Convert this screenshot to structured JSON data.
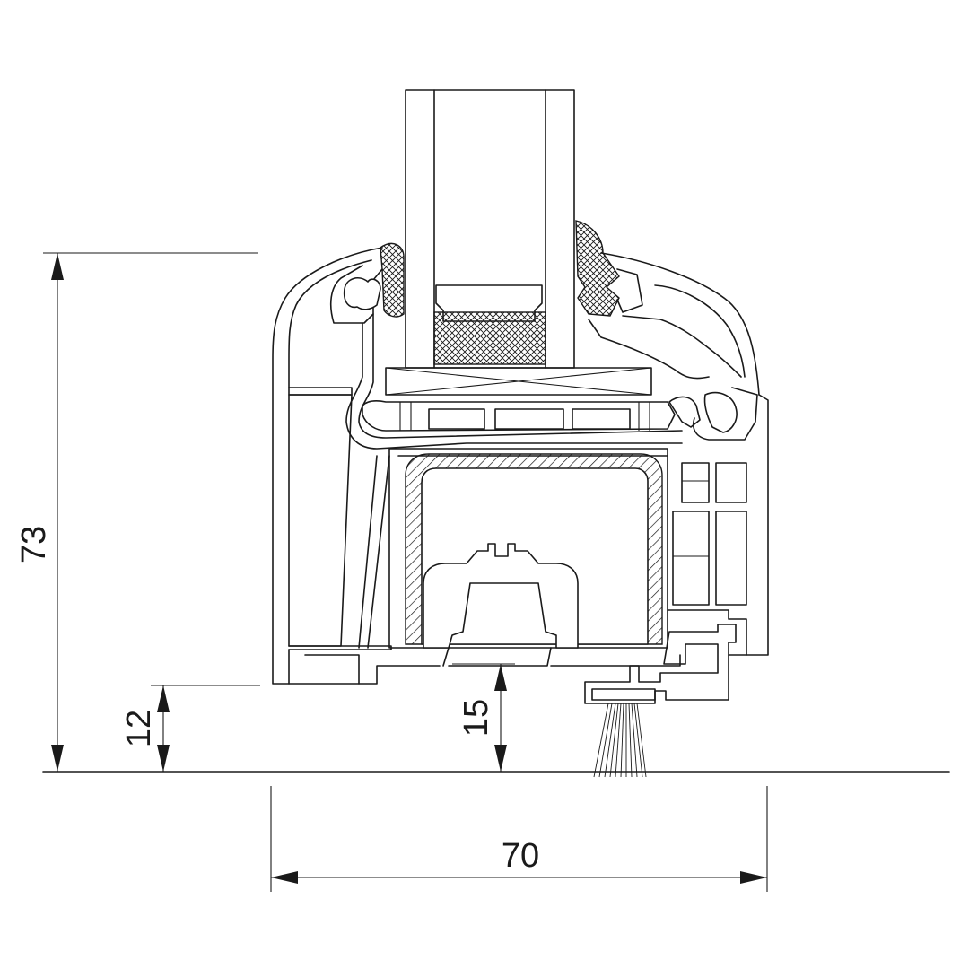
{
  "dimensions": {
    "total_height": "73",
    "bottom_gap": "12",
    "threshold_gap": "15",
    "frame_depth": "70"
  },
  "colors": {
    "line": "#1a1a1a",
    "background": "#ffffff"
  }
}
